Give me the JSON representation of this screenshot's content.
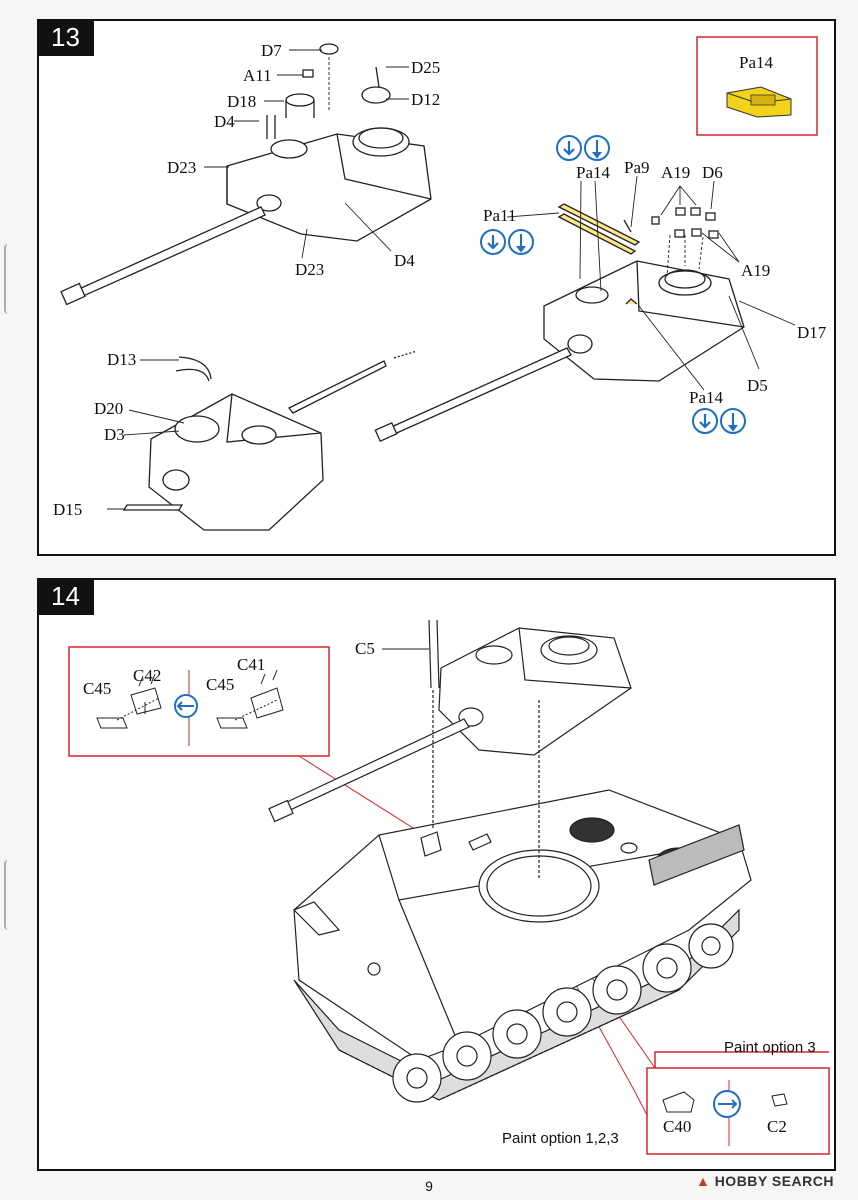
{
  "page_number": "9",
  "watermark": {
    "icon": "hobby-search-logo-icon",
    "text": "HOBBY SEARCH"
  },
  "colors": {
    "red_callout": "#d9262c",
    "blue_icon": "#1e6fc4",
    "yellow_part": "#f3d21b"
  },
  "step13": {
    "number": "13",
    "parts": {
      "D7": "D7",
      "A11": "A11",
      "D18": "D18",
      "D4a": "D4",
      "D23a": "D23",
      "D23b": "D23",
      "D4b": "D4",
      "D25": "D25",
      "D12": "D12",
      "D13": "D13",
      "D20": "D20",
      "D3": "D3",
      "D15": "D15",
      "Pa11": "Pa11",
      "Pa14a": "Pa14",
      "Pa9": "Pa9",
      "A19a": "A19",
      "D6": "D6",
      "A19b": "A19",
      "D17": "D17",
      "D5": "D5",
      "Pa14b": "Pa14"
    },
    "inset_label": "Pa14"
  },
  "step14": {
    "number": "14",
    "parts": {
      "C5": "C5",
      "C45a": "C45",
      "C42": "C42",
      "C45b": "C45",
      "C41": "C41",
      "C40": "C40",
      "C2": "C2"
    },
    "paint_option_3": "Paint option 3",
    "paint_option_123": "Paint option 1,2,3"
  }
}
